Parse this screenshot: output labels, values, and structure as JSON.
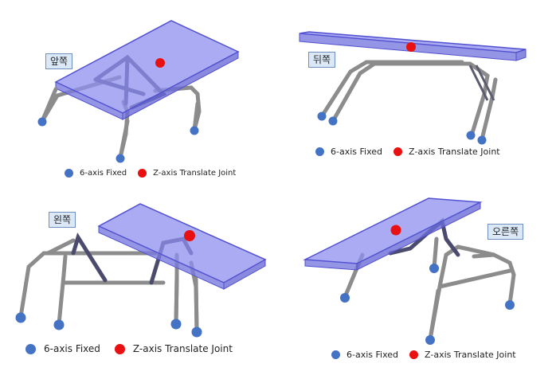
{
  "views": [
    {
      "id": "front",
      "label": "앞쪽"
    },
    {
      "id": "back",
      "label": "뒤쪽"
    },
    {
      "id": "left",
      "label": "왼쪽"
    },
    {
      "id": "right",
      "label": "오른쪽"
    }
  ],
  "legend": {
    "fixed_label": "6-axis Fixed",
    "joint_label": "Z-axis Translate Joint",
    "fixed_color": "#4472c4",
    "joint_color": "#e81010"
  },
  "colors": {
    "plate_fill": "#8f8ff0",
    "plate_edge": "#5050d0",
    "tube": "#9a9a9a",
    "tube_dark": "#4a4a6a"
  }
}
